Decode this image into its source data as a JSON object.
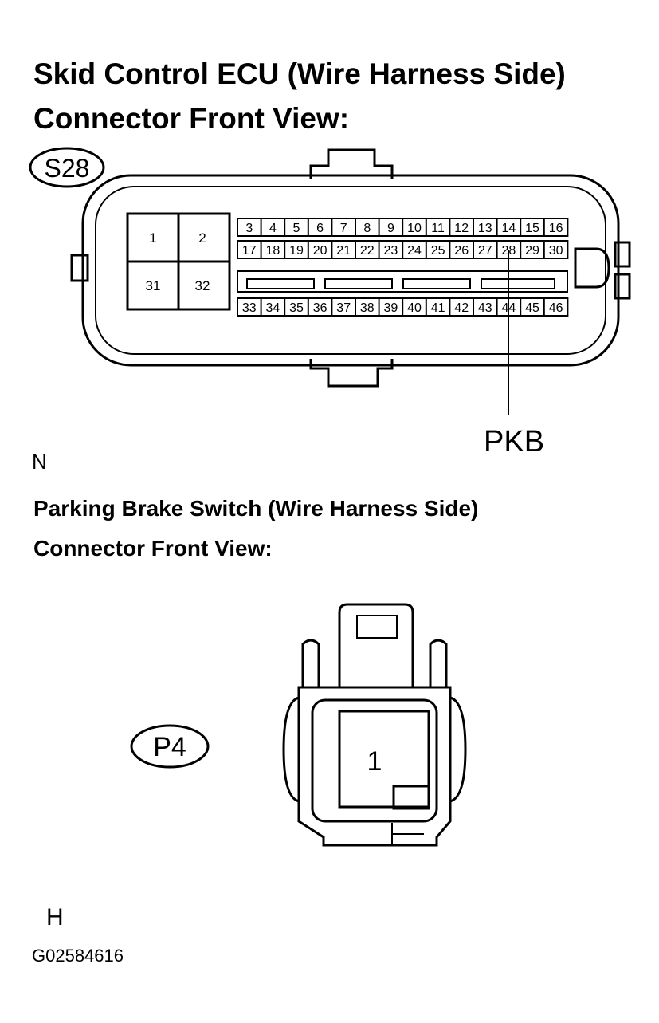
{
  "ecu": {
    "title_line1": "Skid Control ECU (Wire Harness Side)",
    "title_line2": "Connector Front View:",
    "connector_id": "S28",
    "large_pins": [
      "1",
      "2",
      "31",
      "32"
    ],
    "row1": [
      "3",
      "4",
      "5",
      "6",
      "7",
      "8",
      "9",
      "10",
      "11",
      "12",
      "13",
      "14",
      "15",
      "16"
    ],
    "row2": [
      "17",
      "18",
      "19",
      "20",
      "21",
      "22",
      "23",
      "24",
      "25",
      "26",
      "27",
      "28",
      "29",
      "30"
    ],
    "row3": [
      "33",
      "34",
      "35",
      "36",
      "37",
      "38",
      "39",
      "40",
      "41",
      "42",
      "43",
      "44",
      "45",
      "46"
    ],
    "pointer_label": "PKB",
    "corner_letter": "N"
  },
  "parking_brake": {
    "title_line1": "Parking Brake Switch (Wire Harness Side)",
    "title_line2": "Connector Front View:",
    "connector_id": "P4",
    "pin": "1",
    "corner_letter": "H"
  },
  "figure_code": "G02584616"
}
